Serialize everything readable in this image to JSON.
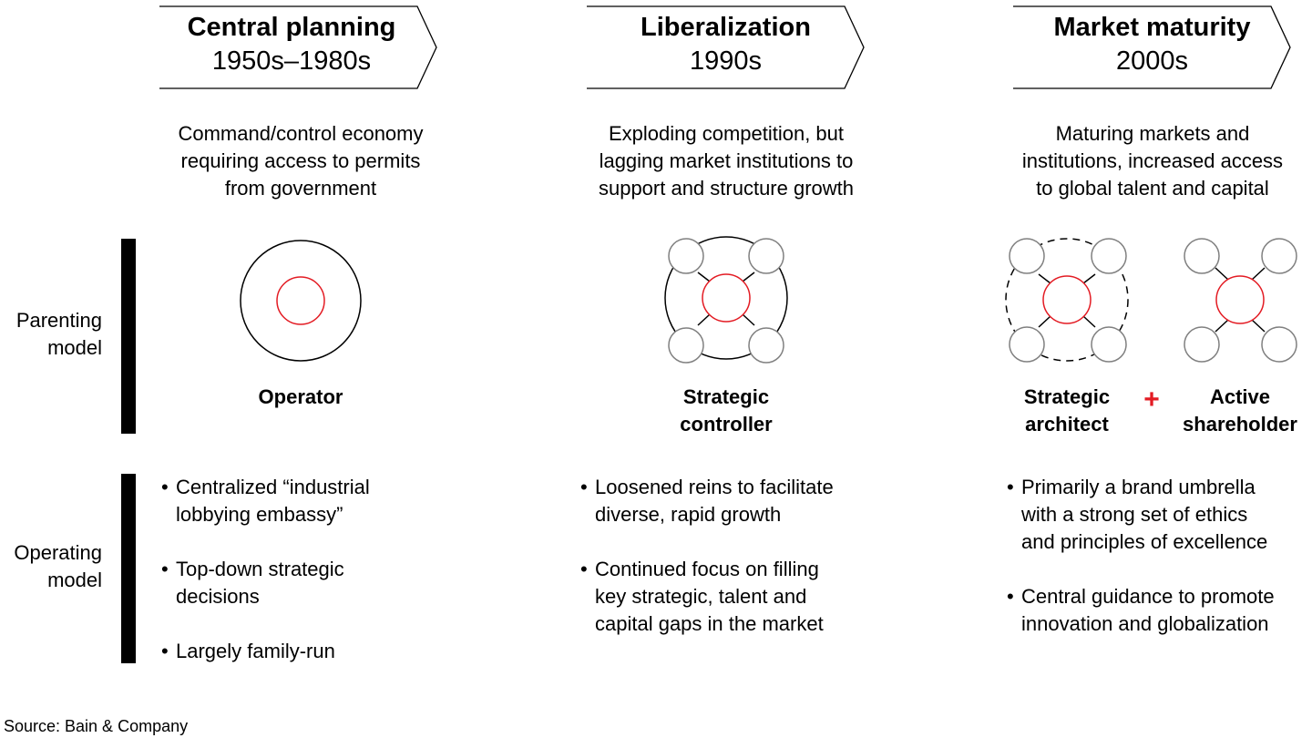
{
  "stages": [
    {
      "title": "Central planning",
      "period": "1950s–1980s",
      "description": [
        "Command/control economy",
        "requiring access to permits",
        "from government"
      ],
      "model_label": [
        "Operator"
      ],
      "operating_points": [
        [
          "Centralized “industrial",
          "lobbying embassy”"
        ],
        [
          "Top-down strategic",
          "decisions"
        ],
        [
          "Largely family-run"
        ]
      ]
    },
    {
      "title": "Liberalization",
      "period": "1990s",
      "description": [
        "Exploding competition, but",
        "lagging market institutions to",
        "support and structure growth"
      ],
      "model_label": [
        "Strategic",
        "controller"
      ],
      "operating_points": [
        [
          "Loosened reins to facilitate",
          "diverse, rapid growth"
        ],
        [
          "Continued focus on filling",
          "key strategic, talent and",
          "capital gaps in the market"
        ]
      ]
    },
    {
      "title": "Market maturity",
      "period": "2000s",
      "description": [
        "Maturing markets and",
        "institutions, increased access",
        "to global talent and capital"
      ],
      "model_labels": [
        [
          "Strategic",
          "architect"
        ],
        [
          "Active",
          "shareholder"
        ]
      ],
      "plus": "+",
      "operating_points": [
        [
          "Primarily a brand umbrella",
          "with a strong set of ethics",
          "and principles of excellence"
        ],
        [
          "Central guidance to promote",
          "innovation and globalization"
        ]
      ]
    }
  ],
  "row_labels": {
    "parenting": [
      "Parenting",
      "model"
    ],
    "operating": [
      "Operating",
      "model"
    ]
  },
  "bullet_symbol": "•",
  "source": "Source: Bain & Company",
  "colors": {
    "accent": "#e31b23",
    "node_stroke": "#808080",
    "line": "#000000"
  },
  "icons": [
    "chevron-banner",
    "concentric-circles",
    "hub-and-spoke-network",
    "dashed-network",
    "plus-icon"
  ]
}
